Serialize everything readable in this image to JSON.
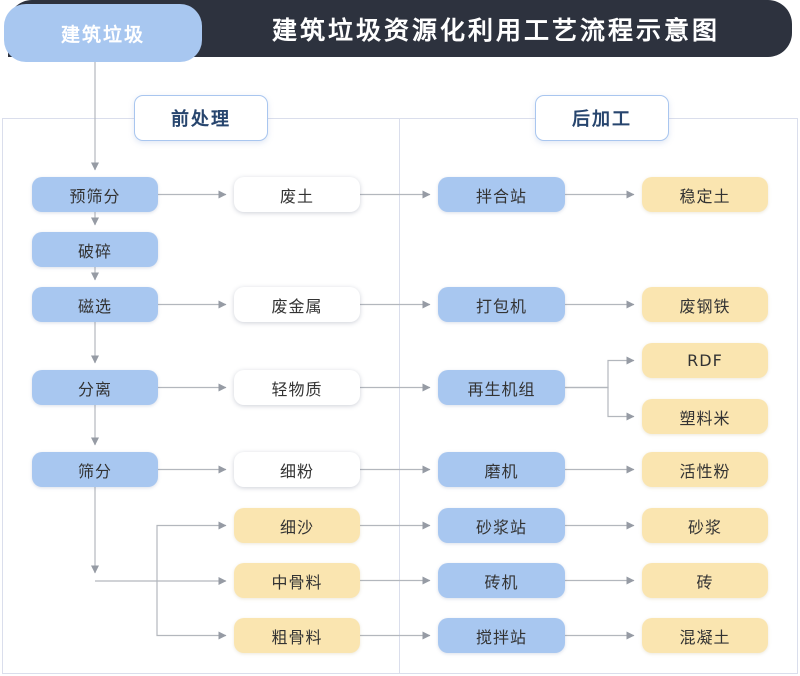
{
  "header": {
    "tab_label": "建筑垃圾",
    "title": "建筑垃圾资源化利用工艺流程示意图"
  },
  "sections": [
    {
      "id": "pre",
      "label": "前处理"
    },
    {
      "id": "post",
      "label": "后加工"
    }
  ],
  "colors": {
    "top_bar": "#2d323e",
    "process_fill": "#a8c7f0",
    "material_fill": "#ffffff",
    "product_fill": "#fae5b0",
    "section_border": "#a9c6ef",
    "section_text": "#27456e",
    "connector": "#b3b7bd",
    "node_text": "#333333"
  },
  "diagram": {
    "nodes": [
      {
        "id": "yushaifen",
        "label": "预筛分",
        "type": "process",
        "col": 1,
        "row": "r1"
      },
      {
        "id": "posui",
        "label": "破碎",
        "type": "process",
        "col": 1,
        "row": "r2"
      },
      {
        "id": "cixuan",
        "label": "磁选",
        "type": "process",
        "col": 1,
        "row": "r3"
      },
      {
        "id": "fenli",
        "label": "分离",
        "type": "process",
        "col": 1,
        "row": "r4"
      },
      {
        "id": "shaifen",
        "label": "筛分",
        "type": "process",
        "col": 1,
        "row": "r5"
      },
      {
        "id": "feitu",
        "label": "废土",
        "type": "material",
        "col": 2,
        "row": "r1"
      },
      {
        "id": "feijinshu",
        "label": "废金属",
        "type": "material",
        "col": 2,
        "row": "r3"
      },
      {
        "id": "qingwuzhi",
        "label": "轻物质",
        "type": "material",
        "col": 2,
        "row": "r4"
      },
      {
        "id": "xifen",
        "label": "细粉",
        "type": "material",
        "col": 2,
        "row": "r5"
      },
      {
        "id": "xisha",
        "label": "细沙",
        "type": "product",
        "col": 2,
        "row": "r6"
      },
      {
        "id": "zhongguliao",
        "label": "中骨料",
        "type": "product",
        "col": 2,
        "row": "r7"
      },
      {
        "id": "cuguliao",
        "label": "粗骨料",
        "type": "product",
        "col": 2,
        "row": "r8"
      },
      {
        "id": "banhezhan",
        "label": "拌合站",
        "type": "process",
        "col": 3,
        "row": "r1"
      },
      {
        "id": "dabaoji",
        "label": "打包机",
        "type": "process",
        "col": 3,
        "row": "r3"
      },
      {
        "id": "zaishengjizu",
        "label": "再生机组",
        "type": "process",
        "col": 3,
        "row": "r4"
      },
      {
        "id": "moji",
        "label": "磨机",
        "type": "process",
        "col": 3,
        "row": "r5"
      },
      {
        "id": "shajiangzhan",
        "label": "砂浆站",
        "type": "process",
        "col": 3,
        "row": "r6"
      },
      {
        "id": "zhuanji",
        "label": "砖机",
        "type": "process",
        "col": 3,
        "row": "r7"
      },
      {
        "id": "jiaobanzhan",
        "label": "搅拌站",
        "type": "process",
        "col": 3,
        "row": "r8"
      },
      {
        "id": "wendingtu",
        "label": "稳定土",
        "type": "product",
        "col": 4,
        "row": "r1"
      },
      {
        "id": "feigangtie",
        "label": "废钢铁",
        "type": "product",
        "col": 4,
        "row": "r3"
      },
      {
        "id": "rdf",
        "label": "RDF",
        "type": "product",
        "col": 4,
        "row": "rRDF"
      },
      {
        "id": "suliaomi",
        "label": "塑料米",
        "type": "product",
        "col": 4,
        "row": "rSL"
      },
      {
        "id": "huoxingfen",
        "label": "活性粉",
        "type": "product",
        "col": 4,
        "row": "r5"
      },
      {
        "id": "shajiang",
        "label": "砂浆",
        "type": "product",
        "col": 4,
        "row": "r6"
      },
      {
        "id": "zhuan",
        "label": "砖",
        "type": "product",
        "col": 4,
        "row": "r7"
      },
      {
        "id": "hunningtu",
        "label": "混凝土",
        "type": "product",
        "col": 4,
        "row": "r8"
      }
    ],
    "edges": [
      {
        "from": "tab",
        "to": "yushaifen",
        "route": "start"
      },
      {
        "from": "yushaifen",
        "to": "posui",
        "route": "v"
      },
      {
        "from": "posui",
        "to": "cixuan",
        "route": "v"
      },
      {
        "from": "cixuan",
        "to": "fenli",
        "route": "v"
      },
      {
        "from": "fenli",
        "to": "shaifen",
        "route": "v"
      },
      {
        "from": "yushaifen",
        "to": "feitu",
        "route": "h"
      },
      {
        "from": "cixuan",
        "to": "feijinshu",
        "route": "h"
      },
      {
        "from": "fenli",
        "to": "qingwuzhi",
        "route": "h"
      },
      {
        "from": "shaifen",
        "to": "xifen",
        "route": "h"
      },
      {
        "from": "feitu",
        "to": "banhezhan",
        "route": "h"
      },
      {
        "from": "feijinshu",
        "to": "dabaoji",
        "route": "h"
      },
      {
        "from": "qingwuzhi",
        "to": "zaishengjizu",
        "route": "h"
      },
      {
        "from": "xifen",
        "to": "moji",
        "route": "h"
      },
      {
        "from": "xisha",
        "to": "shajiangzhan",
        "route": "h"
      },
      {
        "from": "zhongguliao",
        "to": "zhuanji",
        "route": "h"
      },
      {
        "from": "cuguliao",
        "to": "jiaobanzhan",
        "route": "h"
      },
      {
        "from": "banhezhan",
        "to": "wendingtu",
        "route": "h"
      },
      {
        "from": "dabaoji",
        "to": "feigangtie",
        "route": "h"
      },
      {
        "from": "moji",
        "to": "huoxingfen",
        "route": "h"
      },
      {
        "from": "shajiangzhan",
        "to": "shajiang",
        "route": "h"
      },
      {
        "from": "zhuanji",
        "to": "zhuan",
        "route": "h"
      },
      {
        "from": "jiaobanzhan",
        "to": "hunningtu",
        "route": "h"
      },
      {
        "from": "zaishengjizu",
        "to": "rdf",
        "route": "branchRight"
      },
      {
        "from": "zaishengjizu",
        "to": "suliaomi",
        "route": "branchRight"
      },
      {
        "from": "shaifen",
        "to": "zhongguliao",
        "route": "downRight"
      },
      {
        "from": "shaifen",
        "to": "xisha",
        "route": "fanBranch"
      },
      {
        "from": "shaifen",
        "to": "cuguliao",
        "route": "fanBranch"
      }
    ]
  }
}
